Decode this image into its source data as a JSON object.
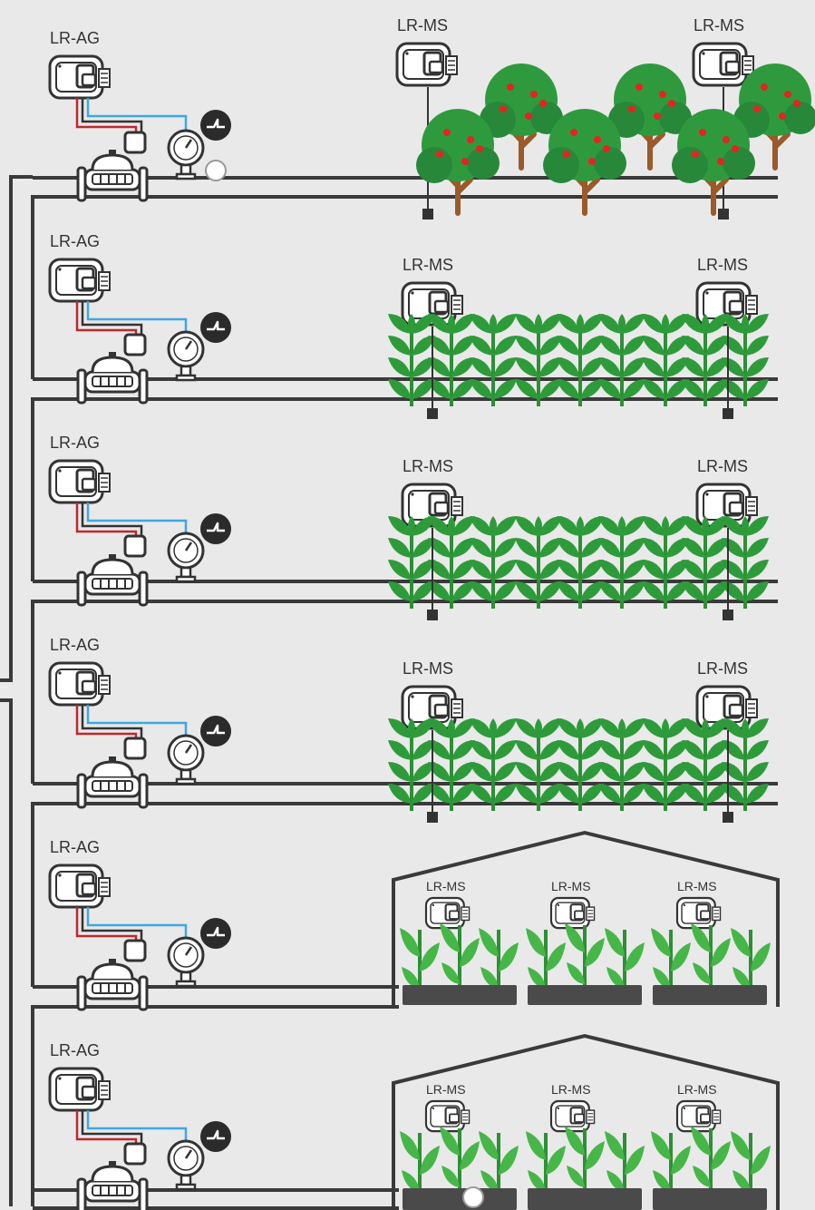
{
  "labels": {
    "gateway": "LR-AG",
    "sensor": "LR-MS"
  },
  "rows": [
    {
      "type": "orchard",
      "gateway_label": "LR-AG",
      "sensor_labels": [
        "LR-MS",
        "LR-MS"
      ]
    },
    {
      "type": "field",
      "gateway_label": "LR-AG",
      "sensor_labels": [
        "LR-MS",
        "LR-MS"
      ]
    },
    {
      "type": "field",
      "gateway_label": "LR-AG",
      "sensor_labels": [
        "LR-MS",
        "LR-MS"
      ]
    },
    {
      "type": "field",
      "gateway_label": "LR-AG",
      "sensor_labels": [
        "LR-MS",
        "LR-MS"
      ]
    },
    {
      "type": "greenhouse",
      "gateway_label": "LR-AG",
      "sensor_labels": [
        "LR-MS",
        "LR-MS",
        "LR-MS"
      ]
    },
    {
      "type": "greenhouse",
      "gateway_label": "LR-AG",
      "sensor_labels": [
        "LR-MS",
        "LR-MS",
        "LR-MS"
      ]
    }
  ],
  "colors": {
    "background": "#e9e9e9",
    "pipe": "#3a3a3a",
    "wire_red": "#c0272d",
    "wire_blue": "#3ea8e0",
    "leaf": "#2e9b3a",
    "leaf_light": "#47b649",
    "tree_canopy": "#2f9a3d",
    "fruit": "#e52421",
    "trunk": "#9a5a2a",
    "planter": "#4a4a4a"
  },
  "icons": [
    "gateway-device-icon",
    "sensor-device-icon",
    "valve-icon",
    "pressure-gauge-icon",
    "signal-badge-icon",
    "tree-icon",
    "plant-icon"
  ]
}
